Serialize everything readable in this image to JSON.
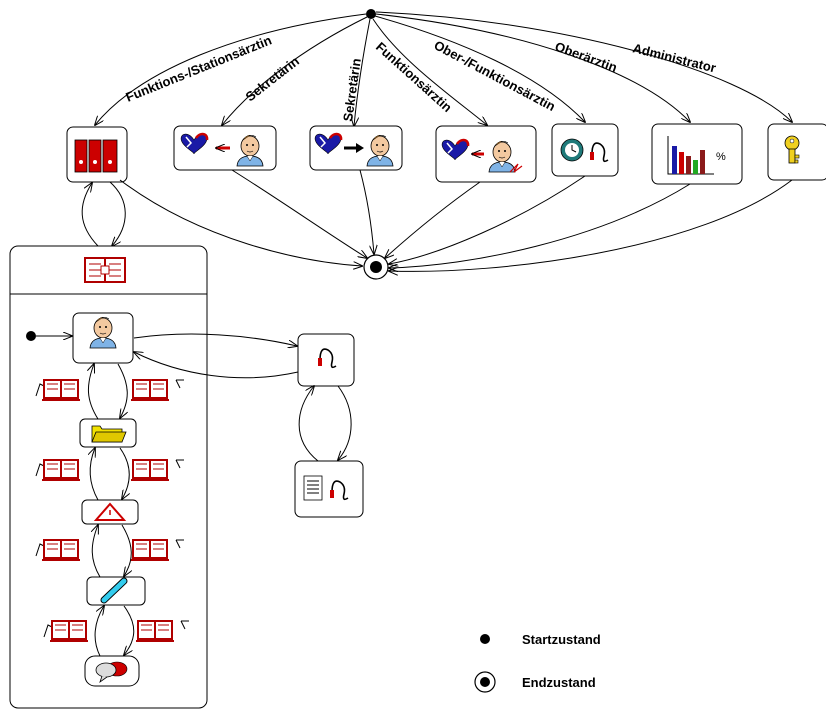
{
  "diagram": {
    "start_edges": [
      {
        "label": "Funktions-/Stationsärztin",
        "target": "records-folders-icon"
      },
      {
        "label": "Sekretärin",
        "target": "heart-from-patient-icon"
      },
      {
        "label": "Sekretärin",
        "target": "heart-to-patient-icon"
      },
      {
        "label": "Funktionsärztin",
        "target": "heart-patient-signature-icon"
      },
      {
        "label": "Ober-/Funktionsärztin",
        "target": "clock-ecg-icon"
      },
      {
        "label": "Oberärztin",
        "target": "statistics-chart-icon"
      },
      {
        "label": "Administrator",
        "target": "key-icon"
      }
    ],
    "chart_percent_symbol": "%",
    "legend": {
      "start_label": "Startzustand",
      "end_label": "Endzustand"
    },
    "colors": {
      "heart": "#1a1aa6",
      "red": "#cc0000",
      "folder_yellow": "#f2e200",
      "key_yellow": "#f0d020",
      "clock_teal": "#1f7a7a",
      "tube_cyan": "#33ccee"
    }
  }
}
